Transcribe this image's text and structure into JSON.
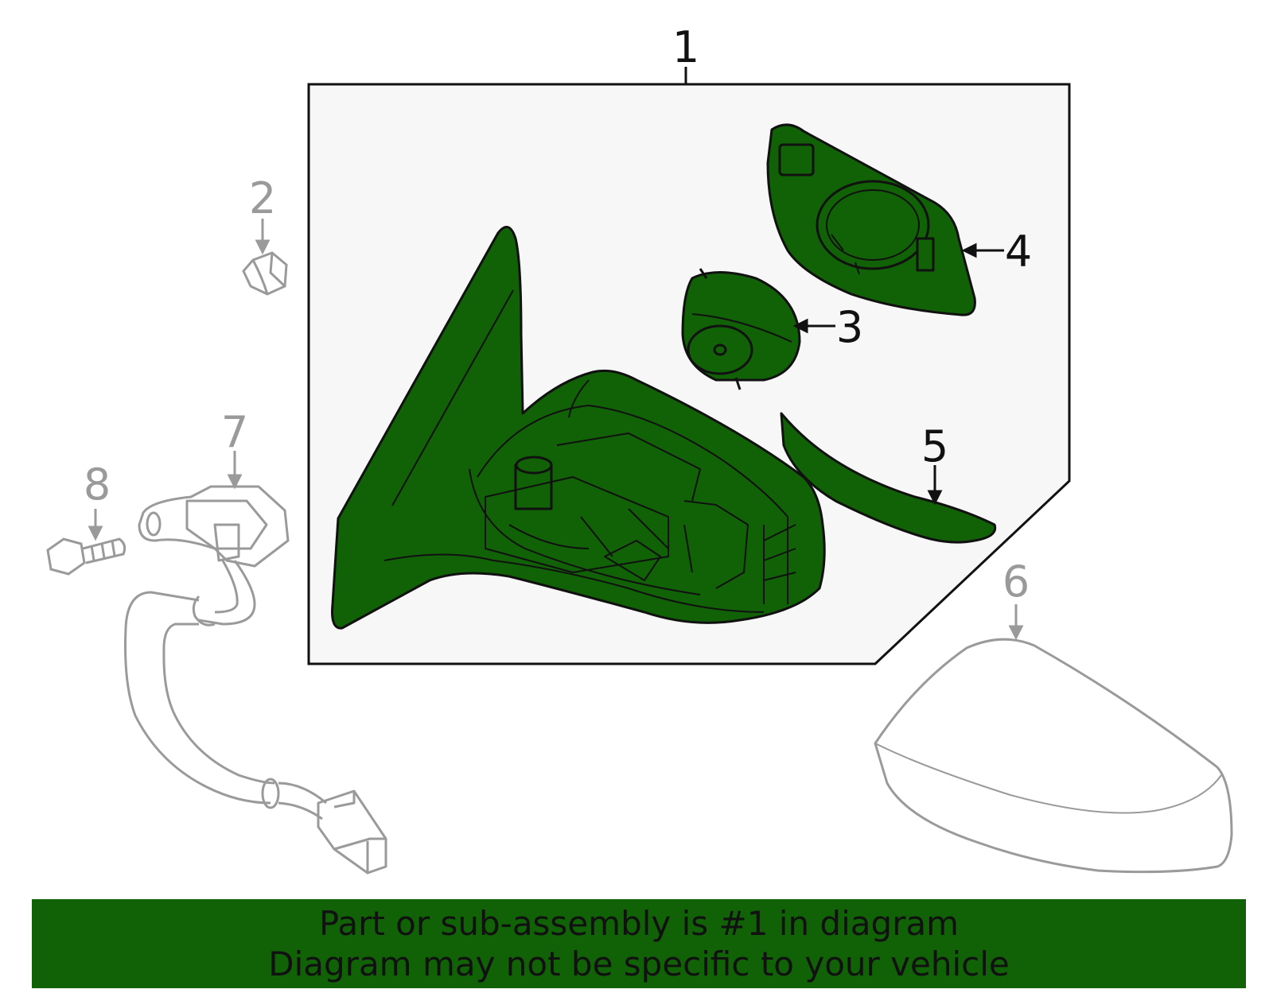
{
  "callouts": [
    {
      "label": "1",
      "state": "active"
    },
    {
      "label": "2",
      "state": "muted"
    },
    {
      "label": "3",
      "state": "active"
    },
    {
      "label": "4",
      "state": "active"
    },
    {
      "label": "5",
      "state": "active"
    },
    {
      "label": "6",
      "state": "muted"
    },
    {
      "label": "7",
      "state": "muted"
    },
    {
      "label": "8",
      "state": "muted"
    }
  ],
  "banner": {
    "line1": "Part or sub-assembly is #1 in diagram",
    "line2": "Diagram may not be specific to your vehicle"
  },
  "colors": {
    "highlight": "#116107",
    "outline": "#111111",
    "muted": "#9a9a9a",
    "panel": "#f7f7f7"
  }
}
